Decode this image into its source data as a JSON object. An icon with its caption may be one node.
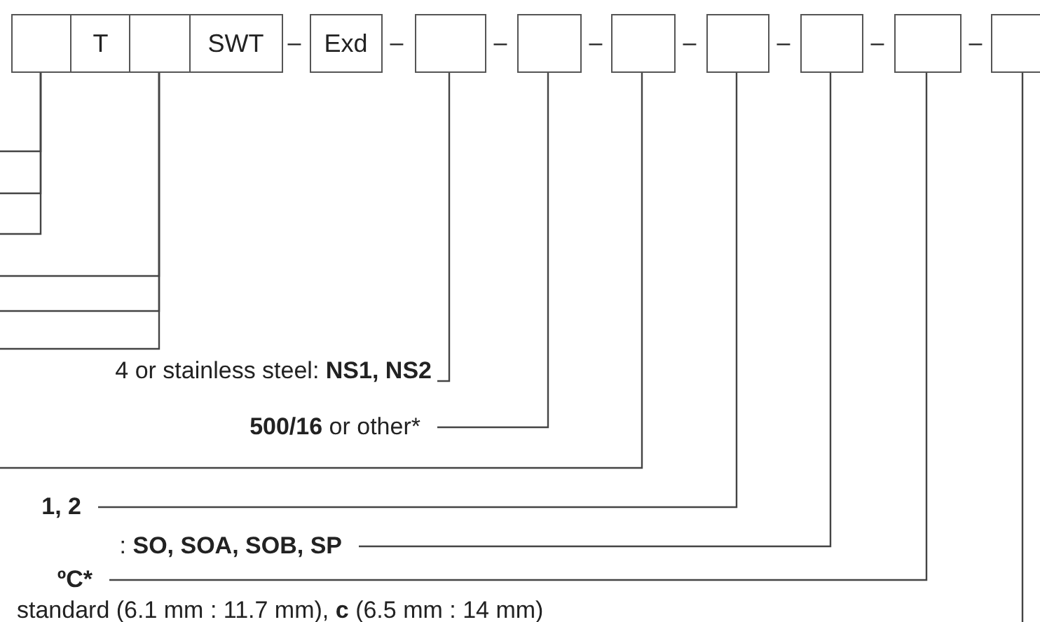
{
  "diagram": {
    "nodes": [
      {
        "text": [],
        "shape": "box"
      },
      {
        "text": [
          "T"
        ]
      },
      {
        "text": [],
        "shape": "box"
      },
      {
        "text": [
          "SWT"
        ]
      },
      {
        "text": [
          "Exd"
        ]
      },
      {
        "text": [],
        "shape": "box"
      },
      {
        "text": [],
        "shape": "box"
      },
      {
        "text": [],
        "shape": "box"
      },
      {
        "text": [],
        "shape": "box"
      },
      {
        "text": [],
        "shape": "box"
      },
      {
        "text": [],
        "shape": "box"
      },
      {
        "text": [],
        "shape": "box"
      },
      {
        "text": [
          "4 or stainless steel: **NS1, NS2**"
        ]
      },
      {
        "text": [
          "**500/16** or other*"
        ]
      },
      {
        "text": [
          "1, 2"
        ]
      },
      {
        "text": [
          ": **SO, SOA, SOB, SP**"
        ]
      },
      {
        "text": [
          "ºC*"
        ]
      }
    ],
    "edges": [
      {
        "from": null,
        "to": 0,
        "arrow": "none"
      },
      {
        "from": null,
        "to": 0,
        "arrow": "none"
      },
      {
        "from": null,
        "to": 0,
        "arrow": "none"
      },
      {
        "from": null,
        "to": 2,
        "arrow": "none"
      },
      {
        "from": null,
        "to": 2,
        "arrow": "none"
      },
      {
        "from": null,
        "to": 2,
        "arrow": "none"
      },
      {
        "from": 12,
        "to": 5,
        "arrow": "none"
      },
      {
        "from": 13,
        "to": 6,
        "arrow": "none"
      },
      {
        "from": null,
        "to": 7,
        "arrow": "none"
      },
      {
        "from": 14,
        "to": 8,
        "arrow": "none"
      },
      {
        "from": 15,
        "to": 9,
        "arrow": "none"
      },
      {
        "from": 16,
        "to": 10,
        "arrow": "none"
      },
      {
        "from": null,
        "to": 11,
        "arrow": "none"
      }
    ],
    "labels": [
      "–",
      "–",
      "–",
      "–",
      "–",
      "–",
      "–",
      "–",
      "standard (6.1 mm : 11.7 mm), **c** (6.5 mm : 14 mm)"
    ]
  }
}
